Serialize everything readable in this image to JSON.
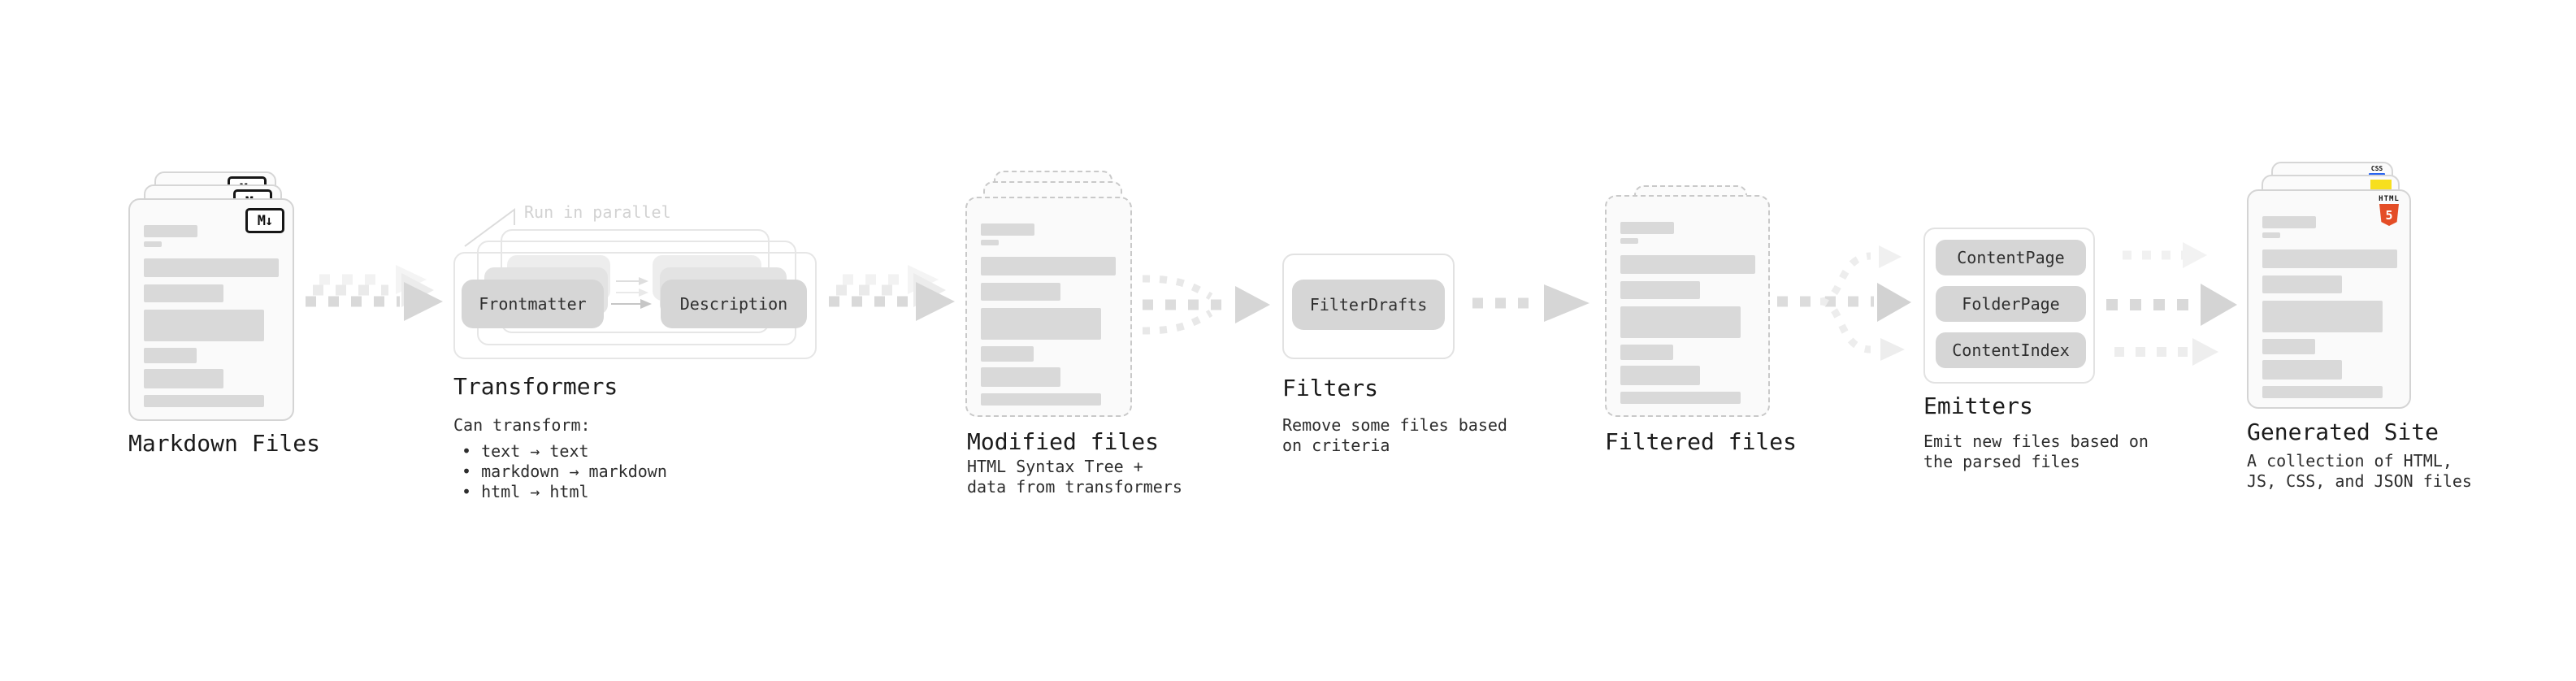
{
  "icons": {
    "markdown_badge": "M↓",
    "html5_label": "HTML",
    "html5_number": "5",
    "css_label": "CSS"
  },
  "colors": {
    "html5_orange": "#e44d26",
    "js_yellow": "#f7df1e",
    "css_blue": "#2965f1",
    "box_gray": "#d6d6d6"
  },
  "stages": {
    "markdown": {
      "label": "Markdown Files"
    },
    "transformers": {
      "label": "Transformers",
      "annotation": "Run in parallel",
      "boxes": [
        "Frontmatter",
        "Description"
      ],
      "desc_title": "Can transform:",
      "bullets": [
        "• text → text",
        "• markdown → markdown",
        "• html → html"
      ]
    },
    "modified": {
      "label": "Modified files",
      "desc": [
        "HTML Syntax Tree +",
        "data from transformers"
      ]
    },
    "filters": {
      "label": "Filters",
      "boxes": [
        "FilterDrafts"
      ],
      "desc": [
        "Remove some files based",
        "on criteria"
      ]
    },
    "filtered": {
      "label": "Filtered files"
    },
    "emitters": {
      "label": "Emitters",
      "boxes": [
        "ContentPage",
        "FolderPage",
        "ContentIndex"
      ],
      "desc": [
        "Emit new files based on",
        "the parsed files"
      ]
    },
    "generated": {
      "label": "Generated Site",
      "desc": [
        "A collection of HTML,",
        "JS, CSS, and JSON files"
      ]
    }
  }
}
